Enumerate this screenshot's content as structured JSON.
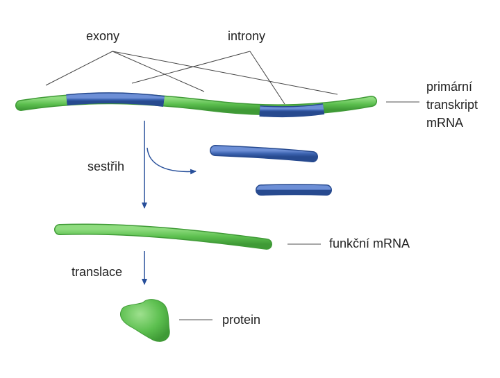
{
  "labels": {
    "exons": "exony",
    "introns": "introny",
    "primary_transcript": [
      "primární",
      "transkript",
      "mRNA"
    ],
    "splicing": "sestřih",
    "functional_mrna": "funkční mRNA",
    "translation": "translace",
    "protein": "protein"
  },
  "colors": {
    "exon": "#5cbf4f",
    "exon_dark": "#3f9a36",
    "intron": "#3c63b0",
    "intron_dark": "#274a8f",
    "arrow": "#274f9a",
    "leader": "#8a8a8a",
    "text": "#222222"
  }
}
